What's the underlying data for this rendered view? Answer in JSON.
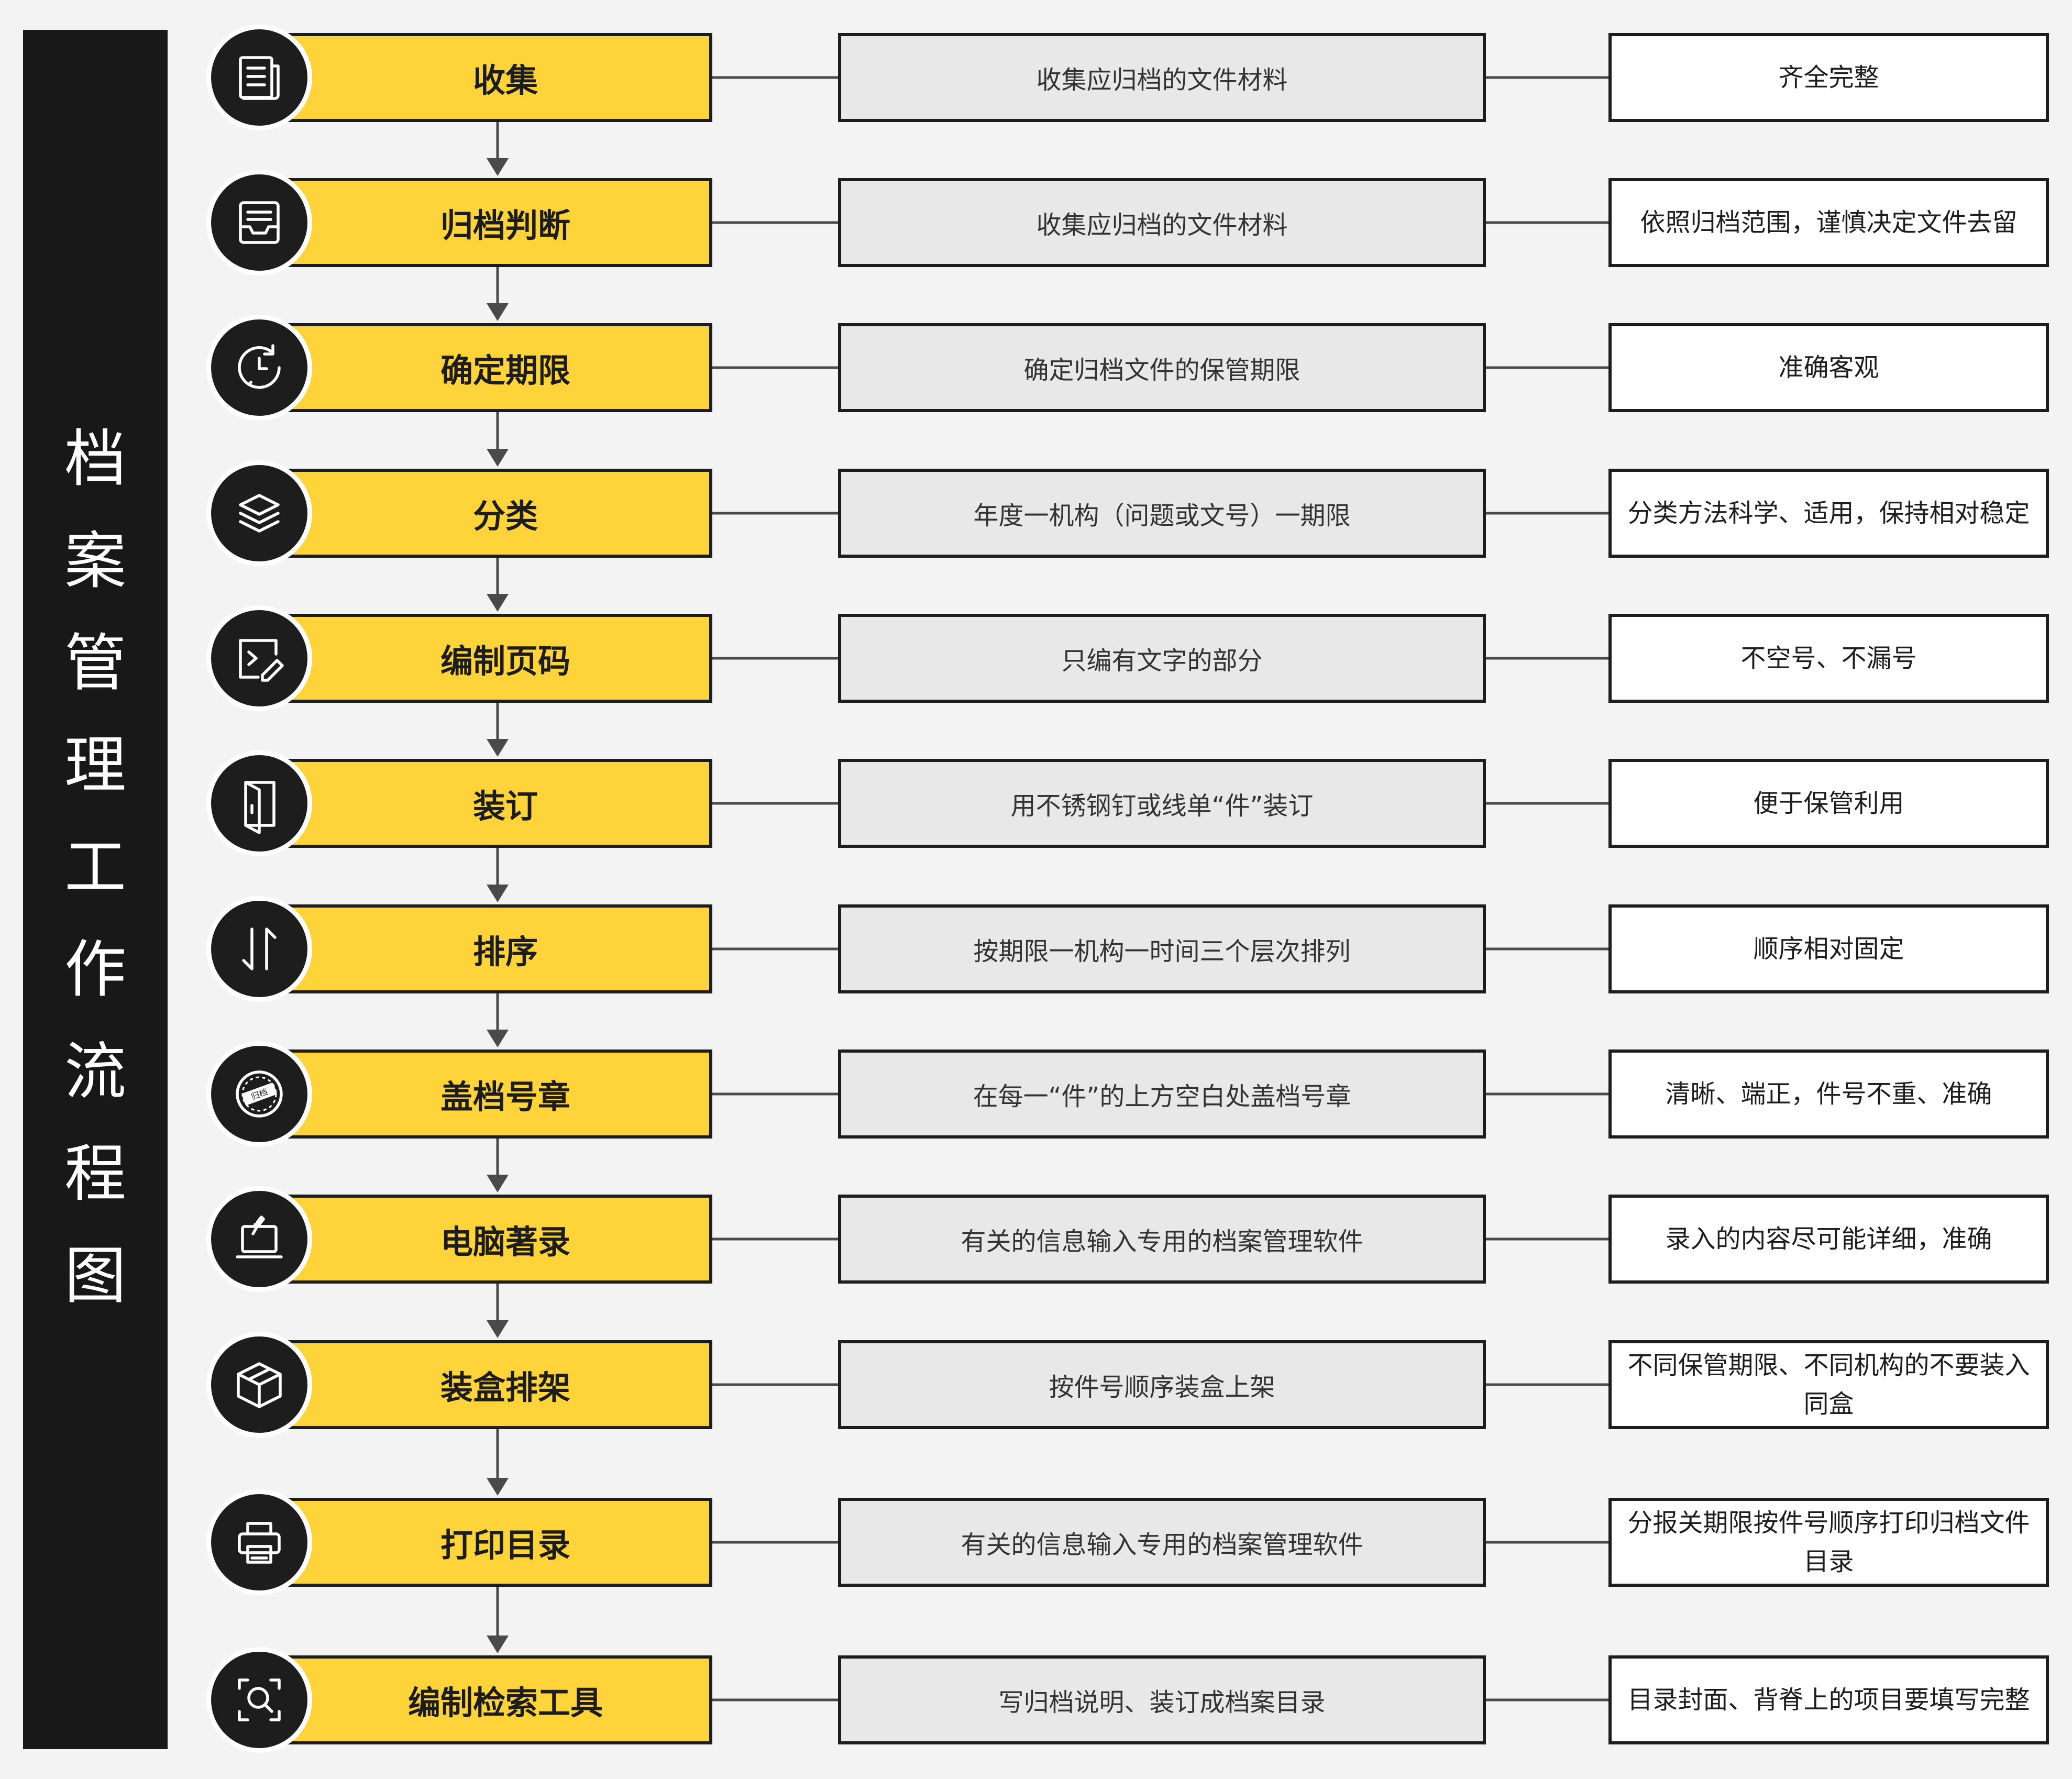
{
  "title": "档案管理工作流程图",
  "steps": [
    {
      "name": "收集",
      "description": "收集应归档的文件材料",
      "requirement": "齐全完整",
      "icon": "document-icon"
    },
    {
      "name": "归档判断",
      "description": "收集应归档的文件材料",
      "requirement": "依照归档范围，谨慎决定文件去留",
      "icon": "inbox-icon"
    },
    {
      "name": "确定期限",
      "description": "确定归档文件的保管期限",
      "requirement": "准确客观",
      "icon": "clock-icon"
    },
    {
      "name": "分类",
      "description": "年度一机构（问题或文号）一期限",
      "requirement": "分类方法科学、适用，保持相对稳定",
      "icon": "layers-icon"
    },
    {
      "name": "编制页码",
      "description": "只编有文字的部分",
      "requirement": "不空号、不漏号",
      "icon": "edit-code-icon"
    },
    {
      "name": "装订",
      "description": "用不锈钢钉或线单“件”装订",
      "requirement": "便于保管利用",
      "icon": "binder-icon"
    },
    {
      "name": "排序",
      "description": "按期限一机构一时间三个层次排列",
      "requirement": "顺序相对固定",
      "icon": "sort-icon"
    },
    {
      "name": "盖档号章",
      "description": "在每一“件”的上方空白处盖档号章",
      "requirement": "清晰、端正，件号不重、准确",
      "icon": "stamp-icon"
    },
    {
      "name": "电脑著录",
      "description": "有关的信息输入专用的档案管理软件",
      "requirement": "录入的内容尽可能详细，准确",
      "icon": "laptop-icon"
    },
    {
      "name": "装盒排架",
      "description": "按件号顺序装盒上架",
      "requirement": "不同保管期限、不同机构的不要装入同盒",
      "icon": "box-icon"
    },
    {
      "name": "打印目录",
      "description": "有关的信息输入专用的档案管理软件",
      "requirement": "分报关期限按件号顺序打印归档文件目录",
      "icon": "printer-icon"
    },
    {
      "name": "编制检索工具",
      "description": "写归档说明、装订成档案目录",
      "requirement": "目录封面、背脊上的项目要填写完整",
      "icon": "search-scan-icon"
    }
  ],
  "colors": {
    "background": "#f3f3f3",
    "side_panel": "#181818",
    "step_fill": "#ffd43b",
    "description_fill": "#e8e8e8",
    "requirement_fill": "#ffffff",
    "border": "#1d1d1d"
  }
}
